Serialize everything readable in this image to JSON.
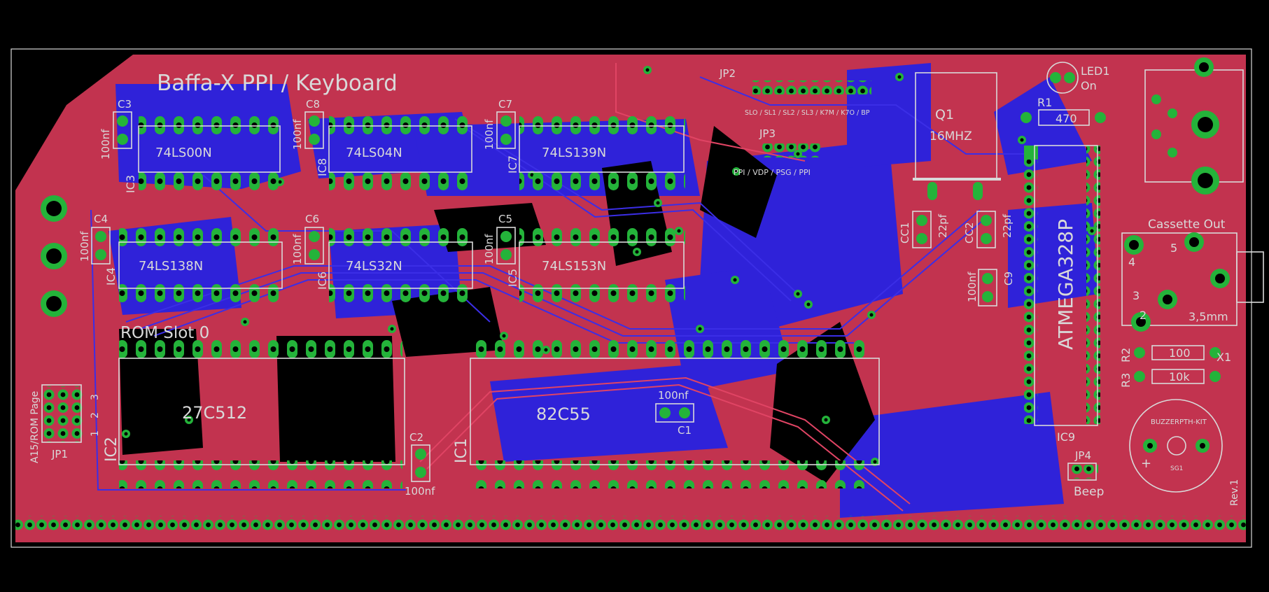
{
  "board": {
    "title": "Baffa-X PPI / Keyboard",
    "revision": "Rev.1",
    "rom_slot_label": "ROM Slot 0",
    "colors": {
      "background": "#000000",
      "top_copper": "#c2334f",
      "bottom_copper": "#2f22d9",
      "pads": "#24b33a",
      "silkscreen": "#d9d9d9"
    }
  },
  "ics": [
    {
      "ref": "IC3",
      "part": "74LS00N"
    },
    {
      "ref": "IC8",
      "part": "74LS04N"
    },
    {
      "ref": "IC7",
      "part": "74LS139N"
    },
    {
      "ref": "IC4",
      "part": "74LS138N"
    },
    {
      "ref": "IC6",
      "part": "74LS32N"
    },
    {
      "ref": "IC5",
      "part": "74LS153N"
    },
    {
      "ref": "IC2",
      "part": "27C512"
    },
    {
      "ref": "IC1",
      "part": "82C55"
    },
    {
      "ref": "IC9",
      "part": "ATMEGA328P"
    }
  ],
  "capacitors": [
    {
      "ref": "C3",
      "value": "100nf"
    },
    {
      "ref": "C8",
      "value": "100nf"
    },
    {
      "ref": "C7",
      "value": "100nf"
    },
    {
      "ref": "C4",
      "value": "100nf"
    },
    {
      "ref": "C6",
      "value": "100nf"
    },
    {
      "ref": "C5",
      "value": "100nf"
    },
    {
      "ref": "C2",
      "value": "100nf"
    },
    {
      "ref": "C1",
      "value": "100nf"
    },
    {
      "ref": "C9",
      "value": "100nf"
    },
    {
      "ref": "CC1",
      "value": "22pf"
    },
    {
      "ref": "CC2",
      "value": "22pf"
    }
  ],
  "resistors": [
    {
      "ref": "R1",
      "value": "470"
    },
    {
      "ref": "R2",
      "value": "100"
    },
    {
      "ref": "R3",
      "value": "10k"
    }
  ],
  "crystal": {
    "ref": "Q1",
    "value": "16MHZ"
  },
  "led": {
    "ref": "LED1",
    "label": "On"
  },
  "jumpers": [
    {
      "ref": "JP1",
      "label": "A15/ROM Page",
      "pin_labels": [
        "1",
        "2",
        "3"
      ]
    },
    {
      "ref": "JP2",
      "label": "SLO / SL1 / SL2 / SL3 / K7M / K7O / BP"
    },
    {
      "ref": "JP3",
      "label": "PPI / VDP / PSG / PPI"
    },
    {
      "ref": "JP4",
      "label": "Beep"
    }
  ],
  "audio_jack": {
    "ref": "X1",
    "label": "Cassette Out",
    "size_label": "3,5mm",
    "pin_numbers": [
      "5",
      "4",
      "3",
      "2"
    ]
  },
  "buzzer": {
    "ref": "SG1",
    "label": "BUZZERPTH-KIT",
    "polarity": "+"
  }
}
